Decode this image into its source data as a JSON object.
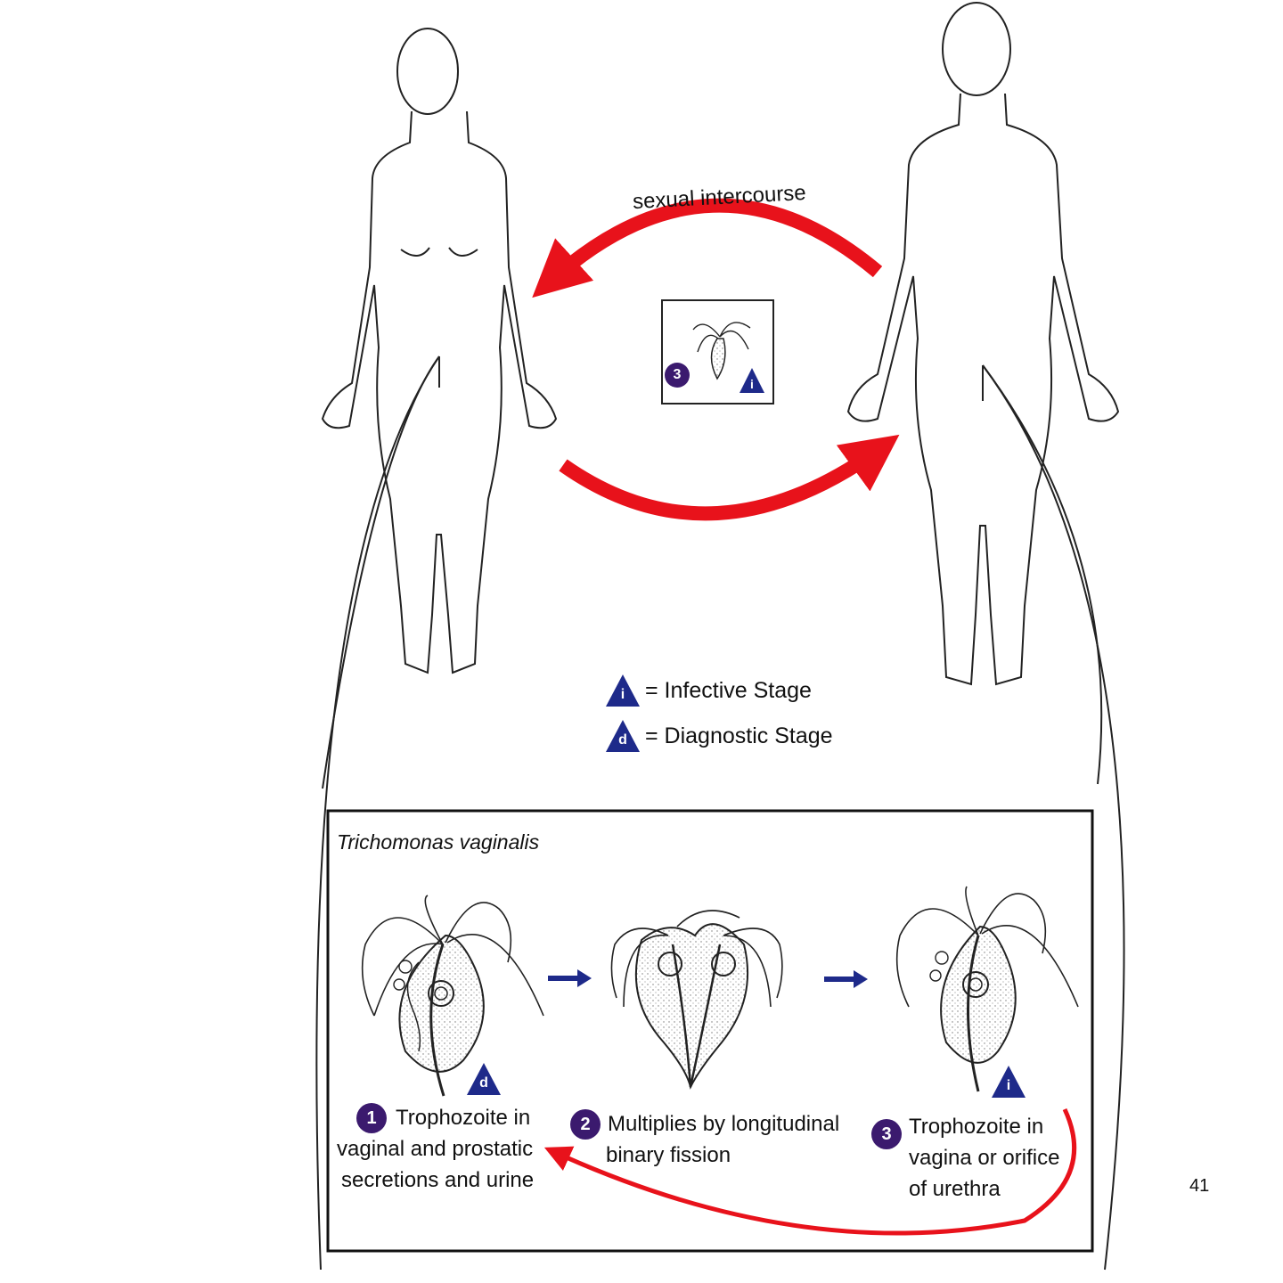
{
  "diagram": {
    "arrow_label": "sexual intercourse",
    "inset_step_number": "3",
    "inset_stage_mark": "i",
    "legend": {
      "infective_mark": "i",
      "infective_text": "= Infective Stage",
      "diagnostic_mark": "d",
      "diagnostic_text": "= Diagnostic Stage"
    },
    "panel": {
      "title": "Trichomonas vaginalis",
      "steps": [
        {
          "number": "1",
          "mark": "d",
          "lines": [
            "Trophozoite in",
            "vaginal and prostatic",
            "secretions and urine"
          ]
        },
        {
          "number": "2",
          "mark": "",
          "lines": [
            "Multiplies by longitudinal",
            "binary fission"
          ]
        },
        {
          "number": "3",
          "mark": "i",
          "lines": [
            "Trophozoite in",
            "vagina or orifice",
            "of urethra"
          ]
        }
      ]
    },
    "page_number": "41",
    "colors": {
      "arrow_red": "#e8121b",
      "stage_blue": "#1e2a8a",
      "step_purple": "#3b1a6e"
    }
  }
}
